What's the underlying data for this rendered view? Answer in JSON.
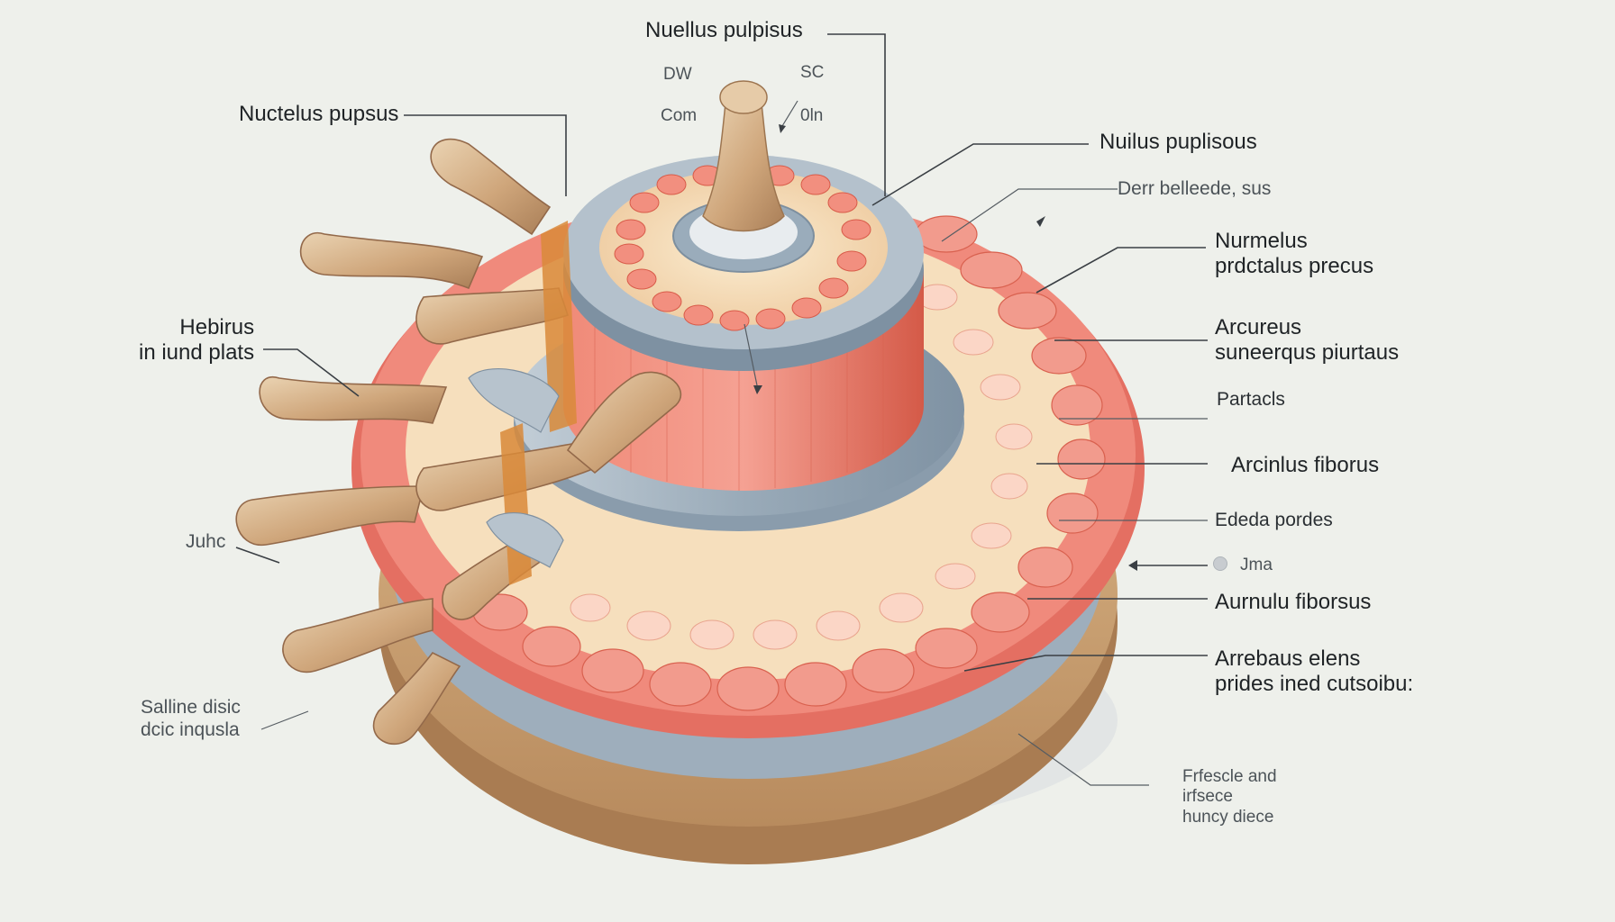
{
  "labels": {
    "top_title": "Nuellus pulpisus",
    "dw": "DW",
    "sc": "SC",
    "com": "Com",
    "oln": "0ln",
    "nuctelus": "Nuctelus pupsus",
    "nuilus": "Nuilus puplisous",
    "derr": "Derr belleede, sus",
    "nurmelus_1": "Nurmelus",
    "nurmelus_2": "prdctalus precus",
    "arcureus_1": "Arcureus",
    "arcureus_2": "suneerqus piurtaus",
    "partacls": "Partacls",
    "arcinlus": "Arcinlus fiborus",
    "edeta": "Ededa pordes",
    "jma": "Jma",
    "aurnulu": "Aurnulu fiborsus",
    "arrebaus_1": "Arrebaus elens",
    "arrebaus_2": "prides ined cutsoibu:",
    "frfescle_1": "Frfescle and",
    "frfescle_2": "irfsece",
    "frfescle_3": "huncy diece",
    "hebirus_1": "Hebirus",
    "hebirus_2": "in iund plats",
    "juhc": "Juhc",
    "salline_1": "Salline disic",
    "salline_2": "dcic inqusla"
  },
  "colors": {
    "background": "#eef0eb",
    "bone": "#c9a27a",
    "bone_light": "#e3c9a6",
    "annulus_red": "#e8766a",
    "annulus_light": "#f6b3a8",
    "cartilage_cream": "#f3dcb8",
    "endplate_gray": "#a8b6c2",
    "text": "#1f2326"
  },
  "icons": [
    "arrow-head-icon",
    "jma-marker-icon"
  ]
}
